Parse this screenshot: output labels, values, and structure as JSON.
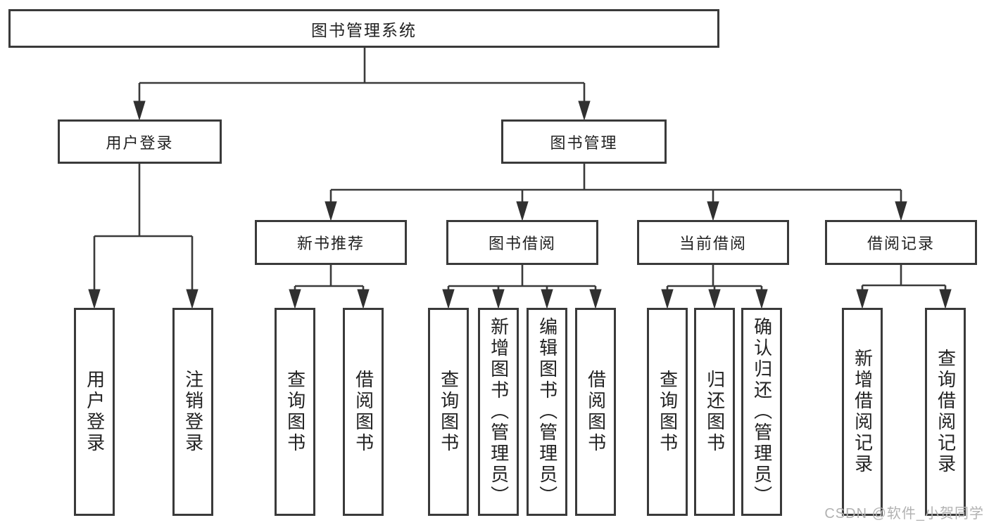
{
  "tree": {
    "root": {
      "label": "图书管理系统"
    },
    "user_login": {
      "label": "用户登录",
      "children": [
        {
          "label": "用户登录"
        },
        {
          "label": "注销登录"
        }
      ]
    },
    "book_mgmt": {
      "label": "图书管理",
      "groups": [
        {
          "label": "新书推荐",
          "children": [
            {
              "label": "查询图书"
            },
            {
              "label": "借阅图书"
            }
          ]
        },
        {
          "label": "图书借阅",
          "children": [
            {
              "label": "查询图书"
            },
            {
              "label": "新增图书（管理员）"
            },
            {
              "label": "编辑图书（管理员）"
            },
            {
              "label": "借阅图书"
            }
          ]
        },
        {
          "label": "当前借阅",
          "children": [
            {
              "label": "查询图书"
            },
            {
              "label": "归还图书"
            },
            {
              "label": "确认归还（管理员）"
            }
          ]
        },
        {
          "label": "借阅记录",
          "children": [
            {
              "label": "新增借阅记录"
            },
            {
              "label": "查询借阅记录"
            }
          ]
        }
      ]
    }
  },
  "watermark": {
    "text": "CSDN @软件_小贺同学",
    "color": "#b2b2b2"
  },
  "colors": {
    "background": "#ffffff",
    "line": "#3a3a3a",
    "text": "#222222"
  }
}
